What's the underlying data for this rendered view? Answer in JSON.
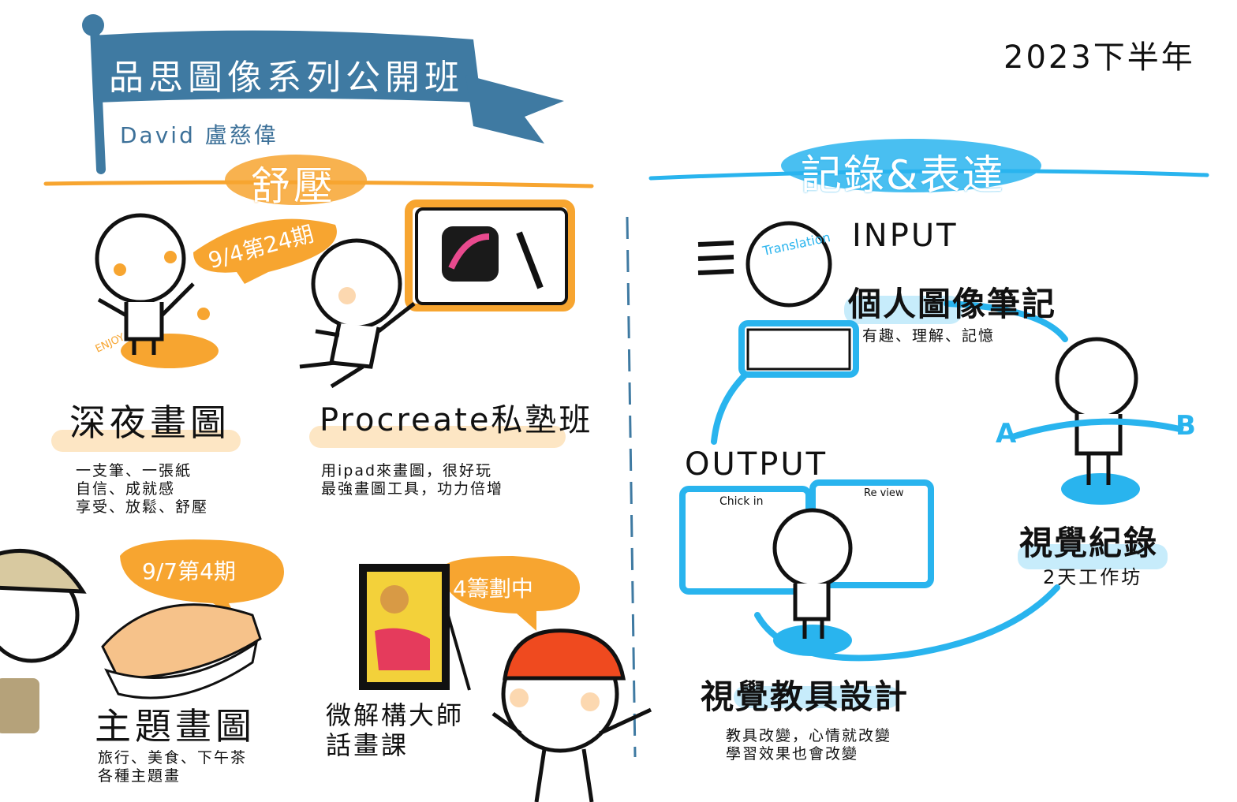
{
  "banner": {
    "title": "品思圖像系列公開班",
    "subtitle": "David 盧慈偉"
  },
  "year": "2023下半年",
  "sections": {
    "left": "舒壓",
    "right": "記錄&表達"
  },
  "colors": {
    "banner": "#3f7aa2",
    "orange": "#f7a530",
    "blue": "#29b4ee",
    "light_orange": "#fde6c4",
    "light_blue": "#c7ecfb"
  },
  "left_courses": [
    {
      "title": "深夜畫圖",
      "badge": "",
      "lines": [
        "一支筆、一張紙",
        "自信、成就感",
        "享受、放鬆、舒壓"
      ],
      "doodle_label": "ENJOY"
    },
    {
      "title": "Procreate私塾班",
      "badge": "9/4第24期",
      "lines": [
        "用ipad來畫圖，很好玩",
        "最強畫圖工具，功力倍增"
      ]
    },
    {
      "title": "主題畫圖",
      "badge": "9/7第4期",
      "lines": [
        "旅行、美食、下午茶",
        "各種主題畫"
      ]
    },
    {
      "title_lines": [
        "微解構大師",
        "話畫課"
      ],
      "badge": "4籌劃中"
    }
  ],
  "right": {
    "input": {
      "label": "INPUT",
      "title": "個人圖像筆記",
      "desc": "有趣、理解、記憶",
      "head_text": "Translation"
    },
    "output": {
      "label": "OUTPUT",
      "board_left": "Chick in",
      "board_right": "Re view"
    },
    "record": {
      "title": "視覺紀錄",
      "desc": "2天工作坊",
      "a": "A",
      "b": "B"
    },
    "teaching": {
      "title": "視覺教具設計",
      "lines": [
        "教具改變，心情就改變",
        "學習效果也會改變"
      ]
    }
  }
}
